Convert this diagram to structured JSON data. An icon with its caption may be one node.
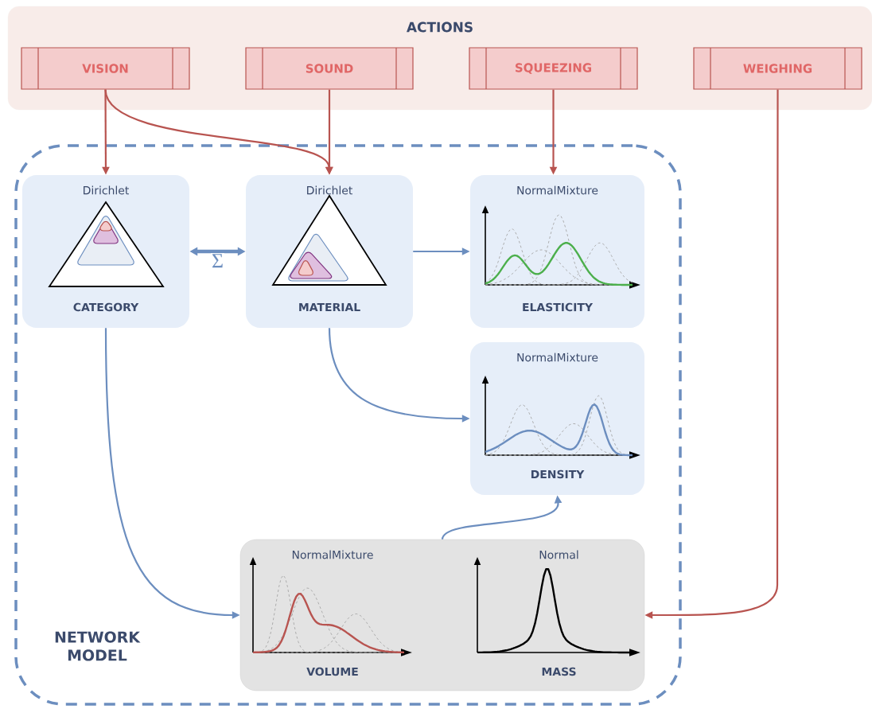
{
  "diagram": {
    "nodes": [
      {
        "text": [
          "ACTIONS"
        ]
      },
      {
        "text": [
          "VISION"
        ],
        "in": 0
      },
      {
        "text": [
          "SOUND"
        ],
        "in": 0
      },
      {
        "text": [
          "SQUEEZING"
        ],
        "in": 0
      },
      {
        "text": [
          "WEIGHING"
        ],
        "in": 0
      },
      {
        "text": [
          "NETWORK MODEL"
        ]
      },
      {
        "text": [
          "Dirichlet",
          "CATEGORY"
        ],
        "in": 5
      },
      {
        "text": [
          "Dirichlet",
          "MATERIAL"
        ],
        "in": 5
      },
      {
        "text": [
          "NormalMixture",
          "ELASTICITY"
        ],
        "in": 5
      },
      {
        "text": [
          "NormalMixture",
          "DENSITY"
        ],
        "in": 5
      },
      {
        "text": [],
        "shape": "box",
        "in": 5
      },
      {
        "text": [
          "NormalMixture",
          "VOLUME"
        ],
        "in": 10
      },
      {
        "text": [
          "Normal",
          "MASS"
        ],
        "in": 10
      }
    ],
    "edges": [
      {
        "from": 1,
        "to": 6,
        "arrow": "to",
        "color": "#b85450"
      },
      {
        "from": 1,
        "to": 7,
        "arrow": "to",
        "color": "#b85450"
      },
      {
        "from": 2,
        "to": 7,
        "arrow": "to",
        "color": "#b85450"
      },
      {
        "from": 3,
        "to": 8,
        "arrow": "to",
        "color": "#b85450"
      },
      {
        "from": 4,
        "to": 12,
        "arrow": "to",
        "color": "#b85450"
      },
      {
        "from": 6,
        "to": 7,
        "arrow": "both",
        "label": "Σ",
        "style": "thick",
        "color": "#6c8ebf"
      },
      {
        "from": 7,
        "to": 8,
        "arrow": "to",
        "color": "#6c8ebf"
      },
      {
        "from": 7,
        "to": 9,
        "arrow": "to",
        "color": "#6c8ebf"
      },
      {
        "from": 6,
        "to": 11,
        "arrow": "to",
        "color": "#6c8ebf"
      },
      {
        "from": 10,
        "to": 9,
        "arrow": "to",
        "color": "#6c8ebf"
      }
    ]
  }
}
